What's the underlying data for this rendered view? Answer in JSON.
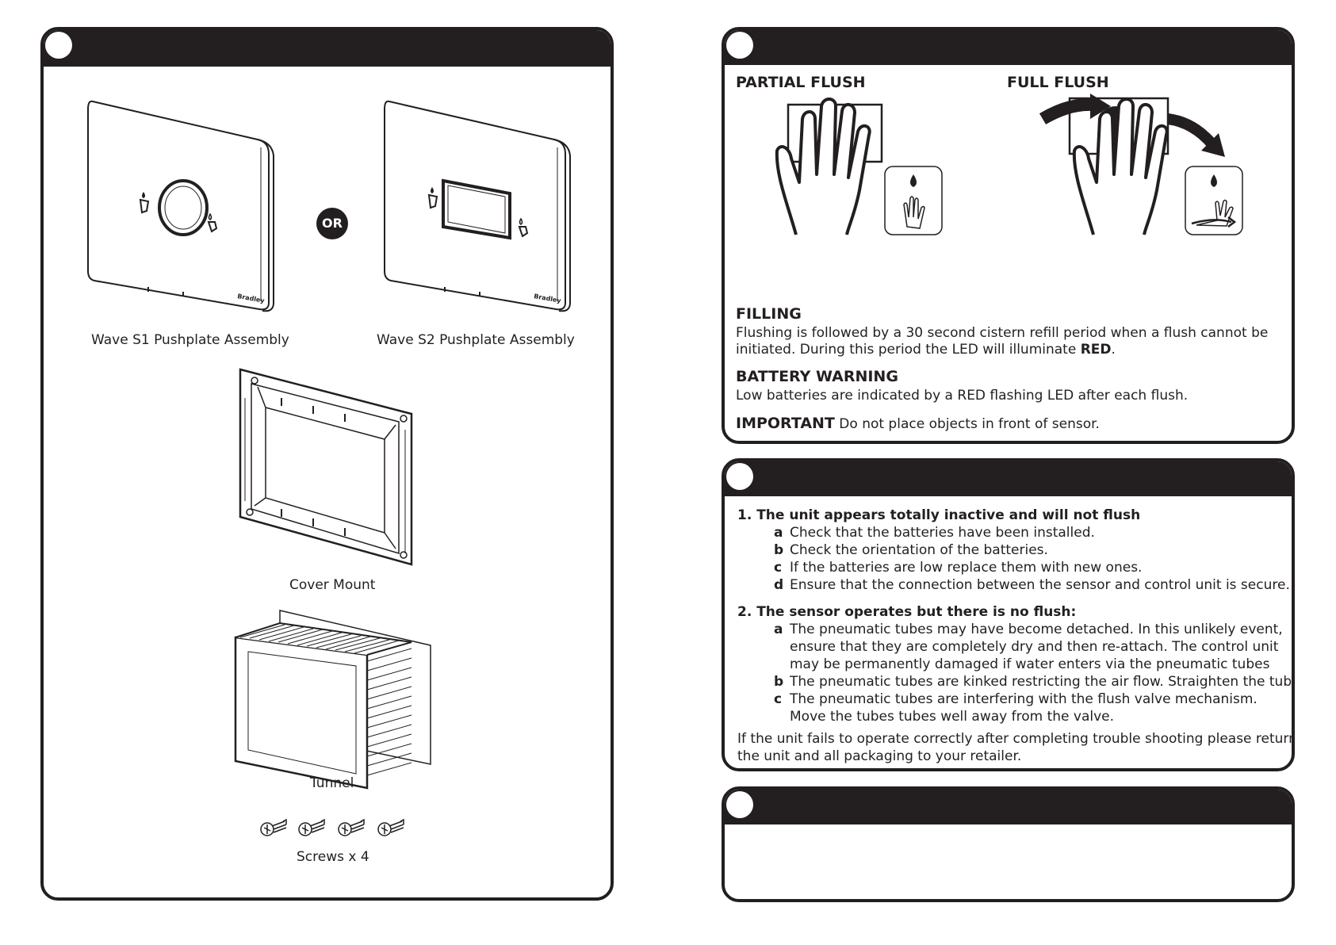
{
  "components": {
    "or_label": "OR",
    "s1_caption": "Wave S1 Pushplate Assembly",
    "s2_caption": "Wave S2 Pushplate Assembly",
    "cover_mount_caption": "Cover Mount",
    "tunnel_caption": "Tunnel",
    "screws_caption": "Screws x 4",
    "brand_mark": "Bradley"
  },
  "operation": {
    "partial_flush": "PARTIAL FLUSH",
    "full_flush": "FULL FLUSH",
    "filling_title": "FILLING",
    "filling_text_1": "Flushing is followed by a 30 second cistern refill period when a flush cannot be",
    "filling_text_2_pre": "initiated. During this period the LED will illuminate ",
    "filling_text_2_bold": "RED",
    "filling_text_2_post": ".",
    "battery_title": "BATTERY WARNING",
    "battery_text": "Low batteries are indicated by a RED flashing LED after each flush.",
    "important_label": "IMPORTANT",
    "important_text": " Do not place objects in front of sensor."
  },
  "troubleshooting": {
    "q1": "1. The unit appears totally inactive and will not flush",
    "q1_items": [
      {
        "letter": "a",
        "text": "Check that the batteries have been installed."
      },
      {
        "letter": "b",
        "text": "Check the orientation of the batteries."
      },
      {
        "letter": "c",
        "text": "If the batteries are low replace them with new ones."
      },
      {
        "letter": "d",
        "text": "Ensure that the connection between the sensor and control unit is secure."
      }
    ],
    "q2": "2. The sensor operates but there is no flush:",
    "q2_a_letter": "a",
    "q2_a_lines": [
      "The pneumatic tubes may have become detached. In this unlikely event,",
      "ensure that they are completely dry and then re-attach. The control unit",
      "may be permanently damaged if water enters via the pneumatic tubes"
    ],
    "q2_b_letter": "b",
    "q2_b_text": "The pneumatic tubes are kinked restricting the air flow. Straighten the tubes.",
    "q2_c_letter": "c",
    "q2_c_lines": [
      "The pneumatic tubes are interfering with the flush valve mechanism.",
      "Move the tubes tubes well away from the valve."
    ],
    "footer_1": "If the unit fails to operate correctly after completing trouble shooting please return",
    "footer_2": "the unit and all packaging to your retailer."
  },
  "colors": {
    "header_dark": "#231f20",
    "arrow_dark": "#231f20"
  }
}
